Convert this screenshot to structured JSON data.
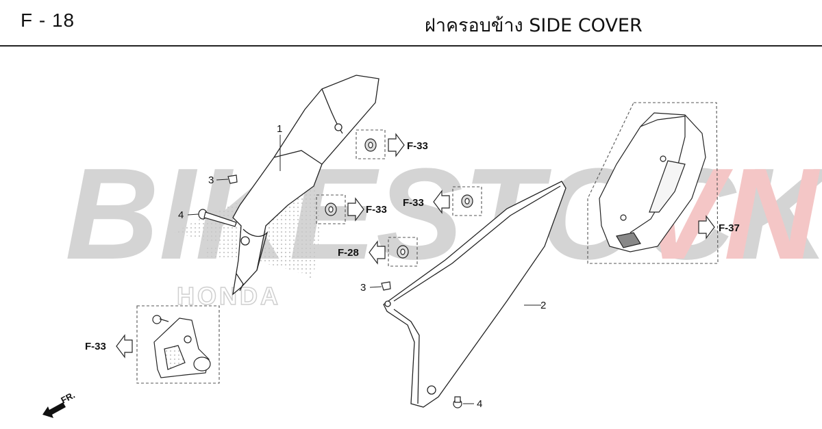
{
  "header": {
    "page_code": "F - 18",
    "title": "ฝาครอบข้าง  SIDE COVER"
  },
  "watermark": {
    "text_main": "BIKESTOCK",
    "text_accent": "VN",
    "color_main": "#d4d4d4",
    "color_accent": "#f4c6c6",
    "logo_text": "HONDA"
  },
  "references": {
    "f33_a": "F-33",
    "f33_b": "F-33",
    "f33_c": "F-33",
    "f28": "F-28",
    "f33_d": "F-33",
    "f37": "F-37"
  },
  "callouts": {
    "part1": "1",
    "part2": "2",
    "part3_a": "3",
    "part3_b": "3",
    "part4_a": "4",
    "part4_b": "4"
  },
  "front_indicator": "FR."
}
